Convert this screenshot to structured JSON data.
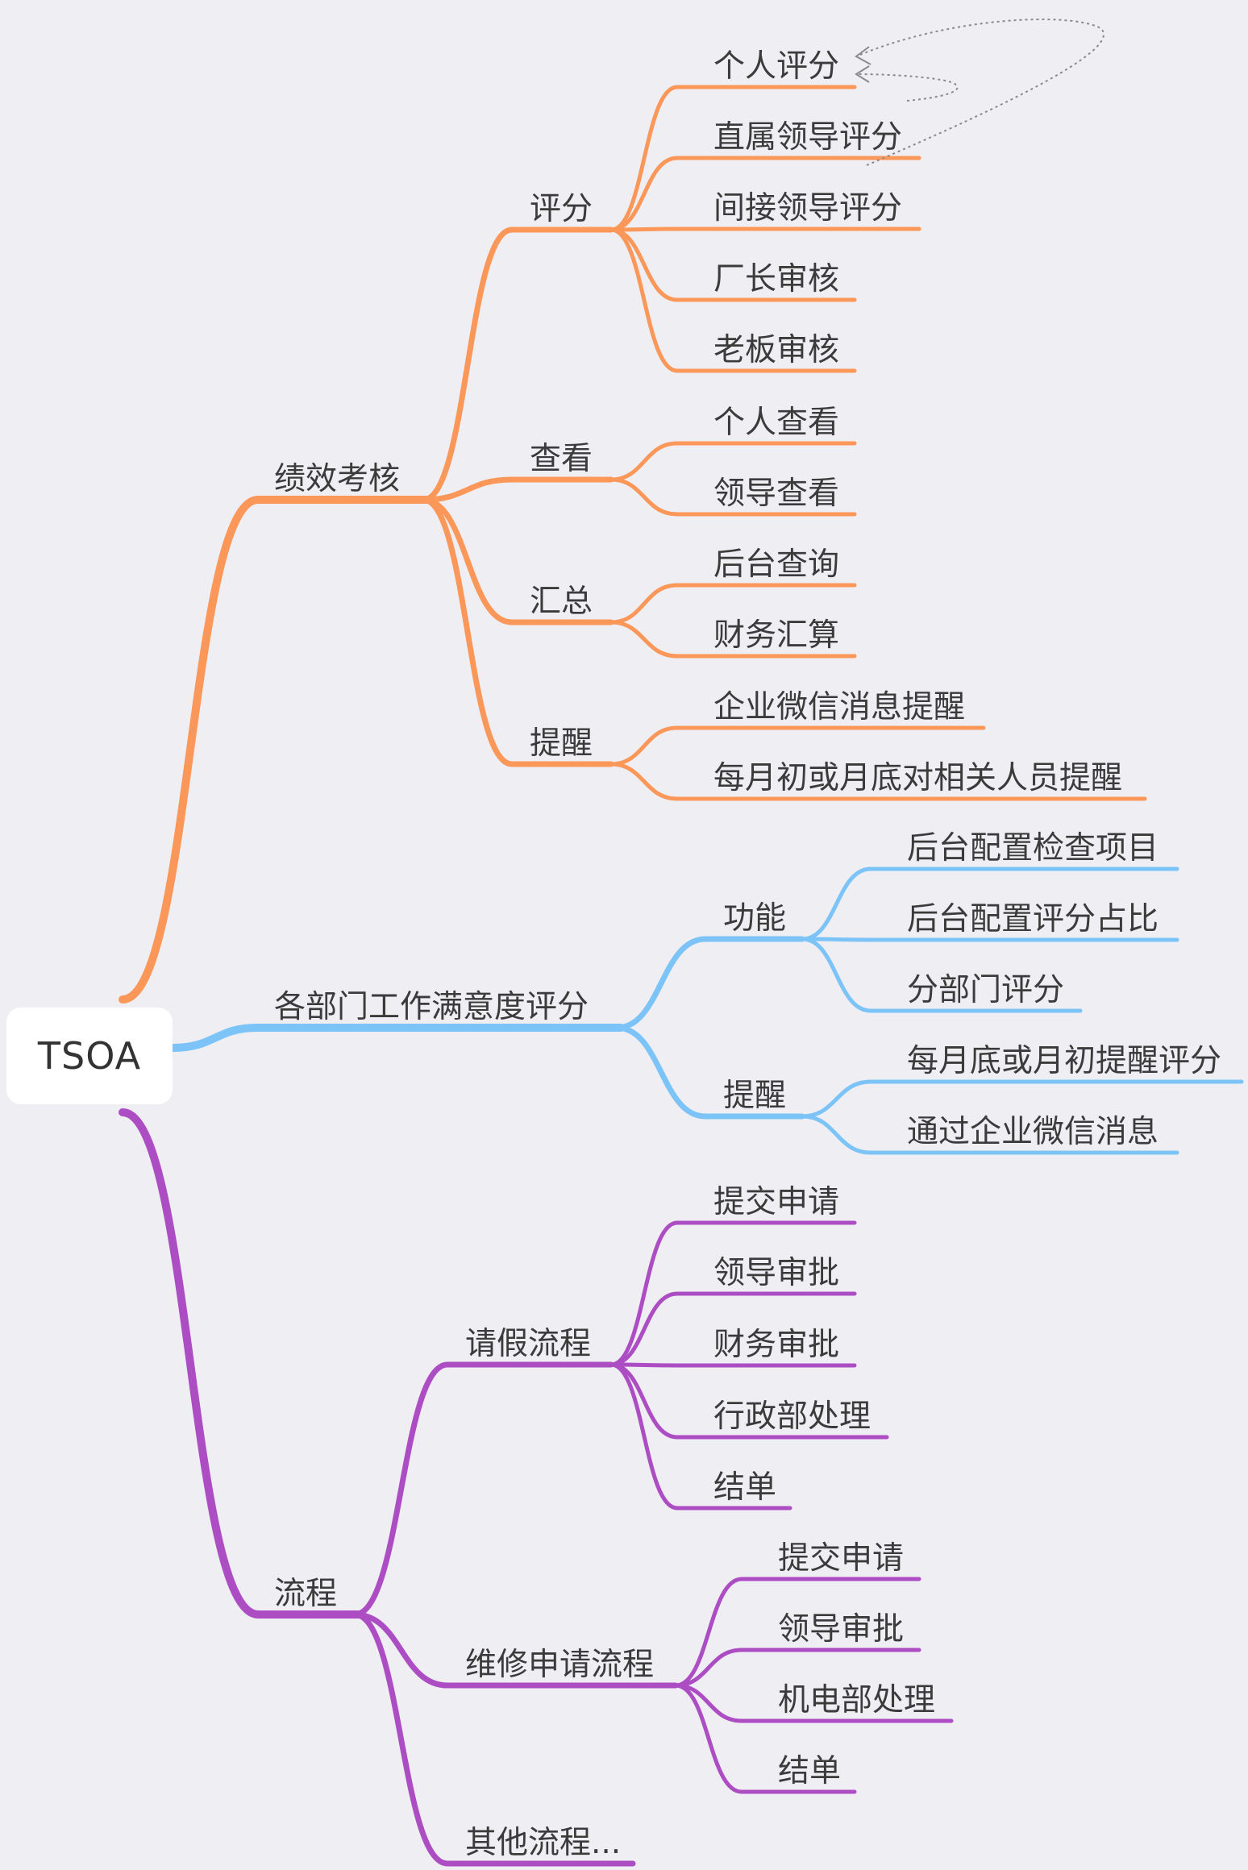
{
  "root": {
    "label": "TSOA"
  },
  "colors": {
    "performance": "#fb9758",
    "satisfaction": "#7cc4f8",
    "process": "#ad4dc4",
    "annotation": "#8a8a8a"
  },
  "branches": [
    {
      "label": "绩效考核",
      "groups": [
        {
          "label": "评分",
          "items": [
            "个人评分",
            "直属领导评分",
            "间接领导评分",
            "厂长审核",
            "老板审核"
          ]
        },
        {
          "label": "查看",
          "items": [
            "个人查看",
            "领导查看"
          ]
        },
        {
          "label": "汇总",
          "items": [
            "后台查询",
            "财务汇算"
          ]
        },
        {
          "label": "提醒",
          "items": [
            "企业微信消息提醒",
            "每月初或月底对相关人员提醒"
          ]
        }
      ]
    },
    {
      "label": "各部门工作满意度评分",
      "groups": [
        {
          "label": "功能",
          "items": [
            "后台配置检查项目",
            "后台配置评分占比",
            "分部门评分"
          ]
        },
        {
          "label": "提醒",
          "items": [
            "每月底或月初提醒评分",
            "通过企业微信消息"
          ]
        }
      ]
    },
    {
      "label": "流程",
      "groups": [
        {
          "label": "请假流程",
          "items": [
            "提交申请",
            "领导审批",
            "财务审批",
            "行政部处理",
            "结单"
          ]
        },
        {
          "label": "维修申请流程",
          "items": [
            "提交申请",
            "领导审批",
            "机电部处理",
            "结单"
          ]
        },
        {
          "label": "其他流程...",
          "items": []
        }
      ]
    }
  ]
}
